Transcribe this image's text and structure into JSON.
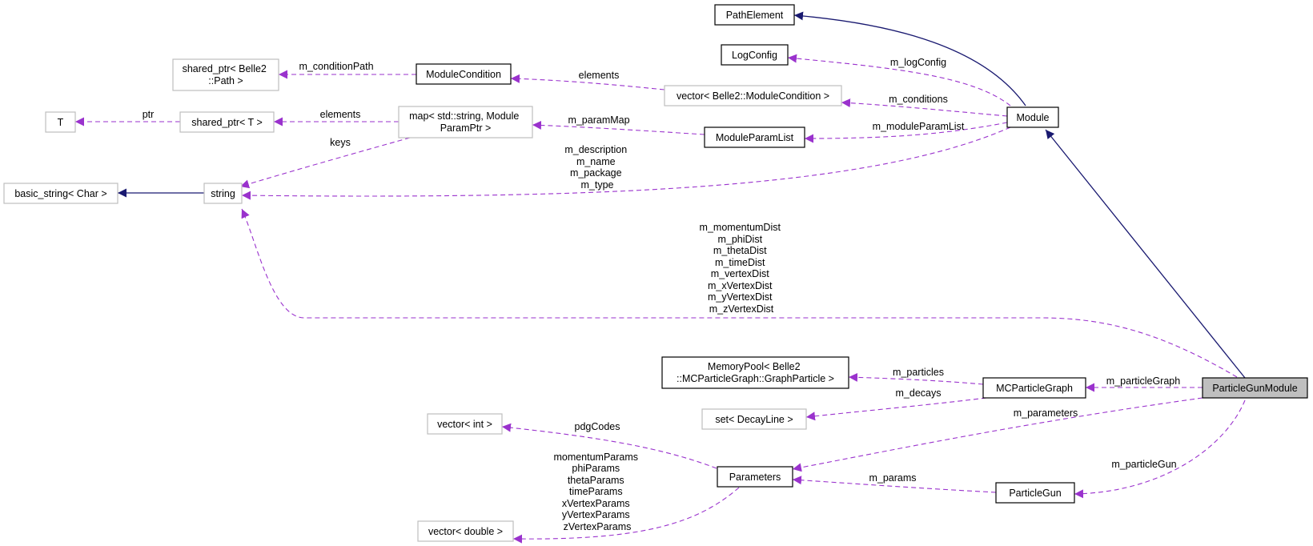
{
  "diagram": {
    "colors": {
      "inherit": "#191970",
      "usage": "#9a32cd",
      "focus_fill": "#bfbfbf",
      "grey_border": "#bfbfbf"
    },
    "nodes": {
      "path_element": "PathElement",
      "log_config": "LogConfig",
      "shared_ptr_path": [
        "shared_ptr< Belle2",
        "::Path >"
      ],
      "module_condition": "ModuleCondition",
      "vector_module_condition": "vector< Belle2::ModuleCondition >",
      "t": "T",
      "shared_ptr_t": "shared_ptr< T >",
      "map_param": [
        "map< std::string, Module",
        "ParamPtr >"
      ],
      "module_param_list": "ModuleParamList",
      "module": "Module",
      "basic_string": "basic_string< Char >",
      "string": "string",
      "memory_pool": [
        "MemoryPool< Belle2",
        "::MCParticleGraph::GraphParticle >"
      ],
      "mc_particle_graph": "MCParticleGraph",
      "particle_gun_module": "ParticleGunModule",
      "set_decay_line": "set< DecayLine >",
      "vector_int": "vector< int >",
      "parameters": "Parameters",
      "particle_gun": "ParticleGun",
      "vector_double": "vector< double >"
    },
    "edges": {
      "m_condition_path": "m_conditionPath",
      "elements_condition": "elements",
      "m_log_config": "m_logConfig",
      "ptr": "ptr",
      "elements_shared": "elements",
      "m_param_map": "m_paramMap",
      "m_conditions": "m_conditions",
      "m_module_param_list": "m_moduleParamList",
      "keys": "keys",
      "module_strings": [
        "m_description",
        "m_name",
        "m_package",
        "m_type"
      ],
      "dist_strings": [
        "m_momentumDist",
        "m_phiDist",
        "m_thetaDist",
        "m_timeDist",
        "m_vertexDist",
        "m_xVertexDist",
        "m_yVertexDist",
        "m_zVertexDist"
      ],
      "m_particles": "m_particles",
      "m_decays": "m_decays",
      "m_particle_graph": "m_particleGraph",
      "m_parameters": "m_parameters",
      "pdg_codes": "pdgCodes",
      "m_particle_gun": "m_particleGun",
      "m_params": "m_params",
      "double_params": [
        "momentumParams",
        "phiParams",
        "thetaParams",
        "timeParams",
        "xVertexParams",
        "yVertexParams",
        "zVertexParams"
      ]
    }
  }
}
